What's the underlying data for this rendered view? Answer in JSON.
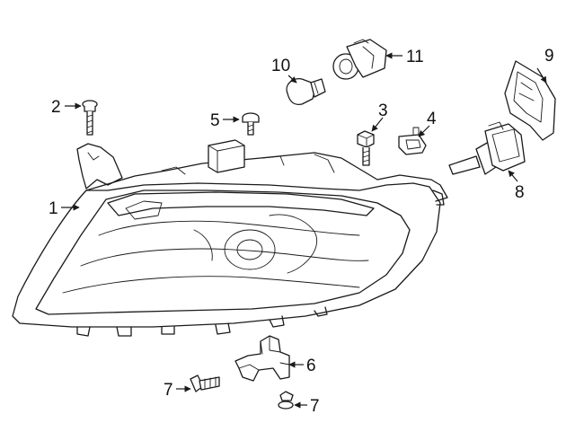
{
  "callouts": [
    {
      "id": "c1",
      "text": "1"
    },
    {
      "id": "c2",
      "text": "2"
    },
    {
      "id": "c3",
      "text": "3"
    },
    {
      "id": "c4",
      "text": "4"
    },
    {
      "id": "c5",
      "text": "5"
    },
    {
      "id": "c6",
      "text": "6"
    },
    {
      "id": "c7a",
      "text": "7"
    },
    {
      "id": "c7b",
      "text": "7"
    },
    {
      "id": "c8",
      "text": "8"
    },
    {
      "id": "c9",
      "text": "9"
    },
    {
      "id": "c10",
      "text": "10"
    },
    {
      "id": "c11",
      "text": "11"
    }
  ]
}
